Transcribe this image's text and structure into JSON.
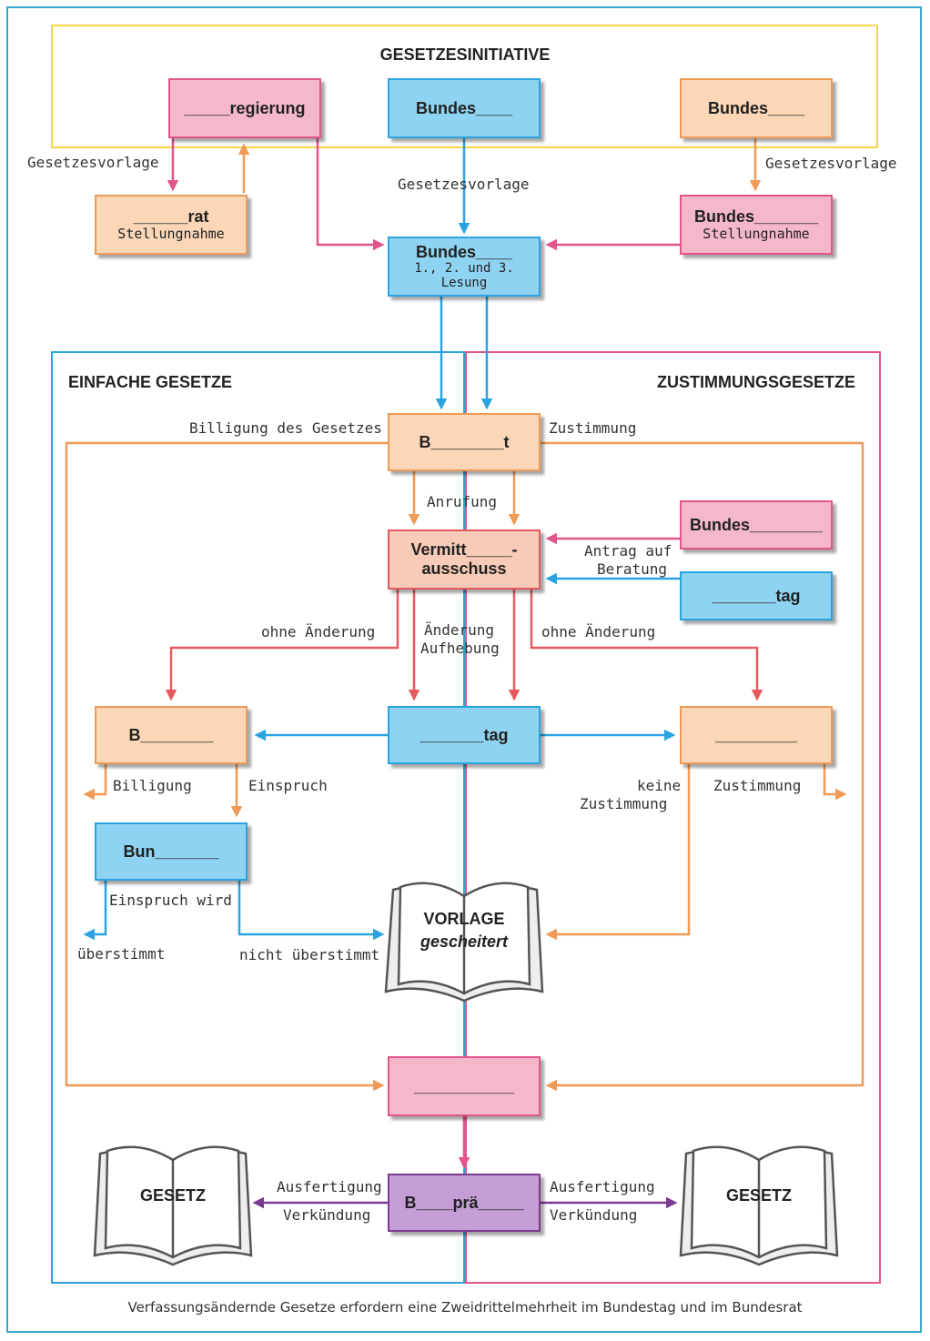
{
  "headings": {
    "initiative": "GESETZESINITIATIVE",
    "einfache": "EINFACHE GESETZE",
    "zustimmung": "ZUSTIMMUNGSGESETZE"
  },
  "boxes": {
    "regierung": "_____regierung",
    "bundes_top": "Bundes____",
    "bundes_right": "Bundes____",
    "rat": "______rat",
    "rat_sub": "Stellungnahme",
    "bundes_pink": "Bundes_______",
    "bundes_pink_sub": "Stellungnahme",
    "bundes_center": "Bundes____",
    "bundes_center_sub": "1., 2. und 3. Lesung",
    "bt": "B________t",
    "vermitt_1": "Vermitt_____-",
    "vermitt_2": "ausschuss",
    "bundes_antrag": "Bundes________",
    "tag_right": "_______tag",
    "b_left": "B________",
    "tag_center": "_______tag",
    "blank_right": "_________",
    "bun": "Bun_______",
    "blank_bottom": "___________",
    "bpra": "B____prä_____"
  },
  "labels": {
    "gv_left": "Gesetzesvorlage",
    "gv_center": "Gesetzesvorlage",
    "gv_right": "Gesetzesvorlage",
    "billigung_gesetz": "Billigung des Gesetzes",
    "zustimmung_top": "Zustimmung",
    "anrufung": "Anrufung",
    "antrag_1": "Antrag auf",
    "antrag_2": "Beratung",
    "ohne_left": "ohne Änderung",
    "aenderung_1": "Änderung",
    "aenderung_2": "Aufhebung",
    "ohne_right": "ohne Änderung",
    "billigung": "Billigung",
    "einspruch": "Einspruch",
    "keine_1": "keine",
    "keine_2": "Zustimmung",
    "zustimmung_right": "Zustimmung",
    "einspruch_wird": "Einspruch wird",
    "ueberstimmt": "überstimmt",
    "nicht_ueberstimmt": "nicht überstimmt",
    "ausf_left": "Ausfertigung",
    "verk_left": "Verkündung",
    "ausf_right": "Ausfertigung",
    "verk_right": "Verkündung"
  },
  "books": {
    "vorlage_1": "VORLAGE",
    "vorlage_2": "gescheitert",
    "gesetz_left": "GESETZ",
    "gesetz_right": "GESETZ"
  },
  "footer": "Verfassungsändernde Gesetze erfordern eine Zweidrittelmehrheit im Bundestag und im Bundesrat",
  "colors": {
    "pink": "#e2548b",
    "blue": "#2aa3e0",
    "orange": "#ef9a57",
    "red": "#e65a5f",
    "purple": "#7b3a90",
    "yellow": "#f5d64c",
    "frame": "#38a8c6"
  }
}
